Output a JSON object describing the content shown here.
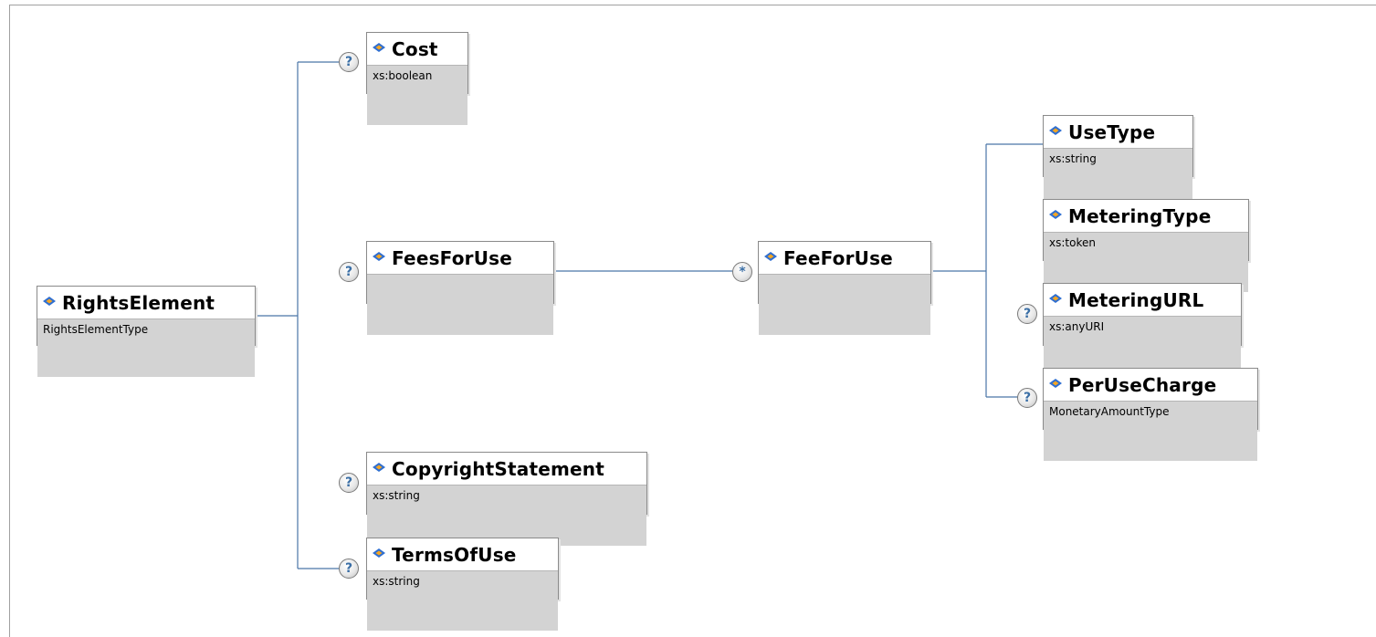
{
  "nodes": {
    "rights_element": {
      "name": "RightsElement",
      "type": "RightsElementType"
    },
    "cost": {
      "name": "Cost",
      "type": "xs:boolean"
    },
    "fees_for_use": {
      "name": "FeesForUse",
      "type": ""
    },
    "copyright_statement": {
      "name": "CopyrightStatement",
      "type": "xs:string"
    },
    "terms_of_use": {
      "name": "TermsOfUse",
      "type": "xs:string"
    },
    "fee_for_use": {
      "name": "FeeForUse",
      "type": ""
    },
    "use_type": {
      "name": "UseType",
      "type": "xs:string"
    },
    "metering_type": {
      "name": "MeteringType",
      "type": "xs:token"
    },
    "metering_url": {
      "name": "MeteringURL",
      "type": "xs:anyURI"
    },
    "per_use_charge": {
      "name": "PerUseCharge",
      "type": "MonetaryAmountType"
    }
  },
  "badges": {
    "optional": "?",
    "repeating": "*"
  },
  "icons": {
    "element": "xsd-element-icon"
  },
  "colors": {
    "connector": "#4a76a8",
    "type_band": "#d3d3d3",
    "icon_blue": "#2f6fd1",
    "icon_orange": "#f5a623",
    "badge_text": "#3a6ea5"
  }
}
